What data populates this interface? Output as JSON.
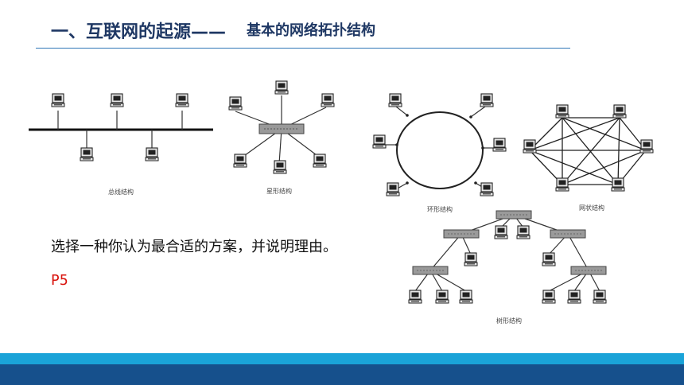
{
  "title": {
    "main": "一、互联网的起源——",
    "sub": "基本的网络拓扑结构"
  },
  "topologies": [
    {
      "key": "bus",
      "label": "总线结构"
    },
    {
      "key": "star",
      "label": "星形结构"
    },
    {
      "key": "ring",
      "label": "环形结构"
    },
    {
      "key": "mesh",
      "label": "网状结构"
    },
    {
      "key": "tree",
      "label": "树形结构"
    }
  ],
  "prompt": "选择一种你认为最合适的方案，并说明理由。",
  "page_ref": "P5",
  "colors": {
    "title": "#1f3864",
    "rule": "#2e75b6",
    "ref": "#d9140e",
    "band_light": "#1aa3d8",
    "band_dark": "#16508c"
  }
}
